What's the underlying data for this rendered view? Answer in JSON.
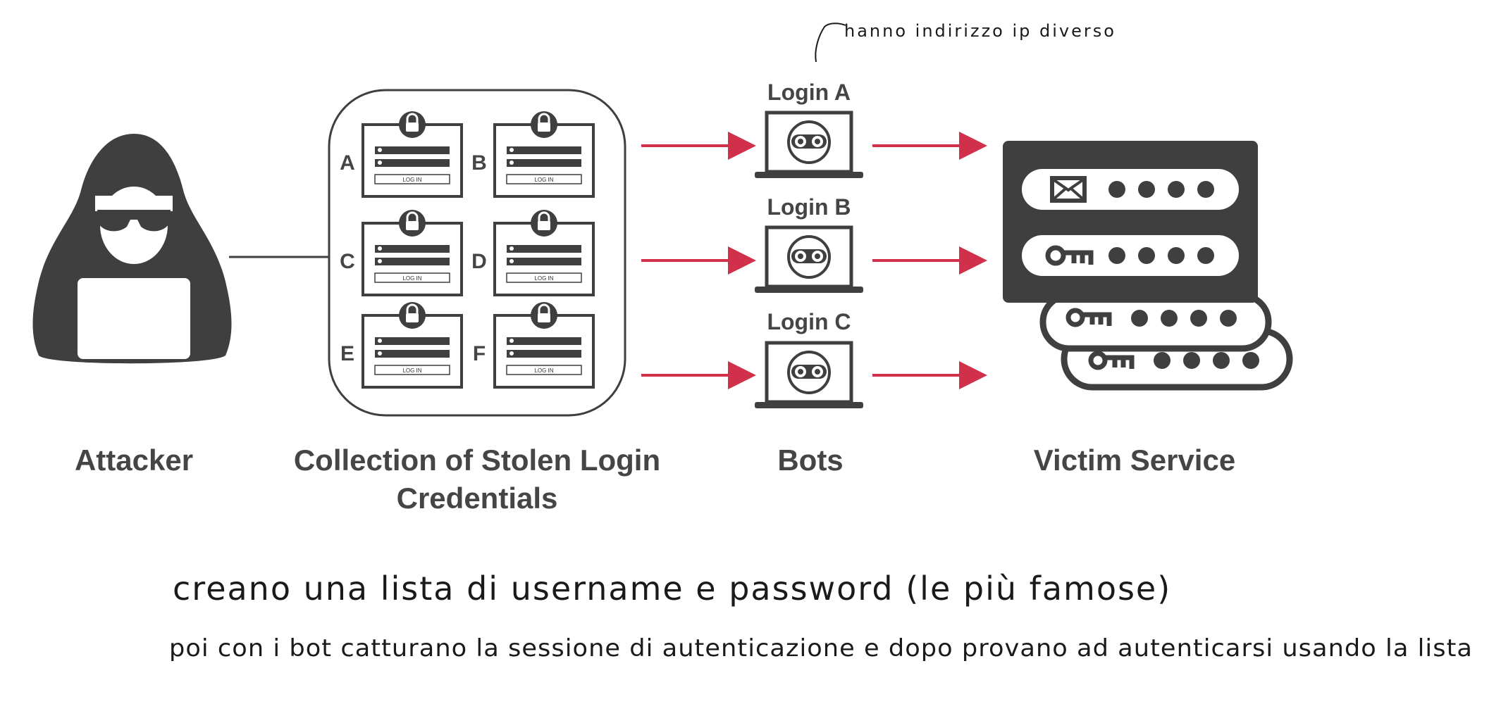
{
  "diagram": {
    "attacker_label": "Attacker",
    "collection_label_line1": "Collection of Stolen Login",
    "collection_label_line2": "Credentials",
    "bots_label": "Bots",
    "victim_label": "Victim Service",
    "credentials": [
      {
        "letter": "A",
        "button": "LOG IN"
      },
      {
        "letter": "B",
        "button": "LOG IN"
      },
      {
        "letter": "C",
        "button": "LOG IN"
      },
      {
        "letter": "D",
        "button": "LOG IN"
      },
      {
        "letter": "E",
        "button": "LOG IN"
      },
      {
        "letter": "F",
        "button": "LOG IN"
      }
    ],
    "bots": [
      {
        "label": "Login A"
      },
      {
        "label": "Login B"
      },
      {
        "label": "Login C"
      }
    ],
    "victim_rows": [
      {
        "icon": "envelope-icon"
      },
      {
        "icon": "key-icon"
      },
      {
        "icon": "key-icon"
      },
      {
        "icon": "key-icon"
      }
    ],
    "colors": {
      "dark": "#3f3f3f",
      "arrow": "#d0304a",
      "text": "#454545"
    }
  },
  "notes": {
    "top_note": "hanno indirizzo ip diverso",
    "line1": "creano una lista di username e password (le più famose)",
    "line2": "poi con i bot catturano la sessione di autenticazione e dopo provano ad autenticarsi usando la lista"
  }
}
